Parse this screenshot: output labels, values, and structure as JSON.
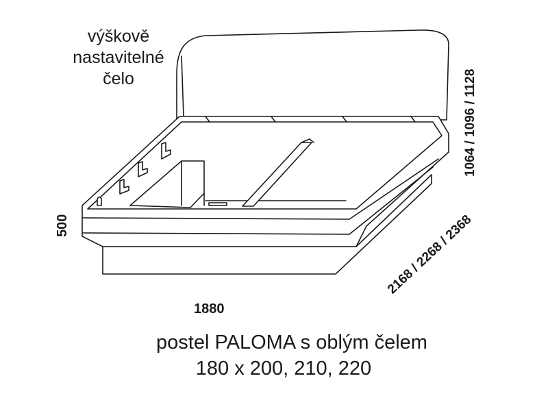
{
  "note": {
    "lines": [
      "výškově",
      "nastavitelné",
      "čelo"
    ]
  },
  "dimensions": {
    "width": "1880",
    "height": "500",
    "headboard_heights": "1064 / 1096 / 1128",
    "lengths": "2168 / 2268 / 2368"
  },
  "caption": {
    "line1": "postel PALOMA s oblým čelem",
    "line2": "180 x 200, 210, 220"
  }
}
